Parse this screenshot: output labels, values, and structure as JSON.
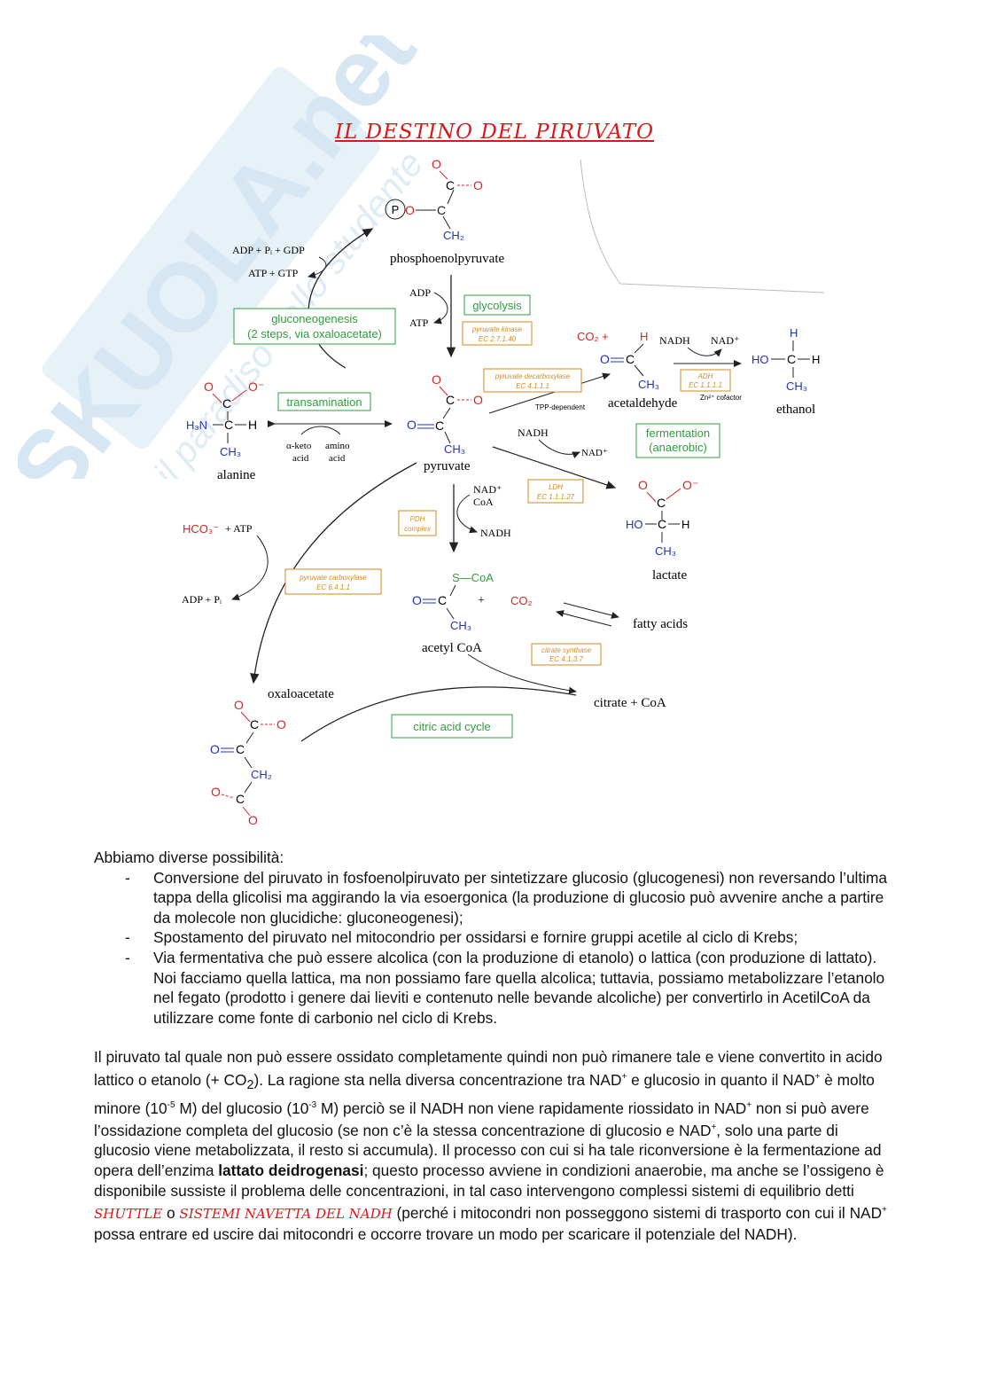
{
  "watermark": {
    "brand": "SKUOLA.net",
    "slogan": "il paradiso dello studente"
  },
  "title": "IL DESTINO DEL PIRUVATO",
  "diagram": {
    "phosphoenolpyruvate": "phosphoenolpyruvate",
    "P": "P",
    "adp_pi_gdp": "ADP + Pᵢ + GDP",
    "atp_gtp": "ATP + GTP",
    "adp": "ADP",
    "atp": "ATP",
    "glycolysis": "glycolysis",
    "pyruvate_kinase": "pyruvate kinase",
    "ec_pk": "EC 2.7.1.40",
    "gluconeogenesis_1": "gluconeogenesis",
    "gluconeogenesis_2": "(2 steps, via oxaloacetate)",
    "transamination": "transamination",
    "alpha_keto": "α-keto",
    "acid1": "acid",
    "amino": "amino",
    "acid2": "acid",
    "alanine": "alanine",
    "pyruvate": "pyruvate",
    "pdc_1": "pyruvate decarboxylase",
    "pdc_2": "EC 4.1.1.1",
    "tpp": "TPP-dependent",
    "co2_plus": "CO₂   +",
    "acetaldehyde": "acetaldehyde",
    "nadh_top": "NADH",
    "nad_top": "NAD⁺",
    "adh_1": "ADH",
    "adh_2": "EC 1.1.1.1",
    "zn": "Zn²⁺ cofactor",
    "ethanol": "ethanol",
    "nadh_mid": "NADH",
    "nad_mid": "NAD⁺",
    "fermentation_1": "fermentation",
    "fermentation_2": "(anaerobic)",
    "ldh_1": "LDH",
    "ldh_2": "EC 1.1.1.27",
    "lactate": "lactate",
    "nad_coa_1": "NAD⁺",
    "nad_coa_2": "CoA",
    "nadh_pdh": "NADH",
    "pdh_1": "PDH",
    "pdh_2": "complex",
    "hco3": "HCO₃⁻",
    "plus_atp": "+ ATP",
    "adp_pi": "ADP + Pᵢ",
    "pc_1": "pyruvate carboxylase",
    "pc_2": "EC 6.4.1.1",
    "s_coa": "S—CoA",
    "plus": "+",
    "co2": "CO₂",
    "fatty_acids": "fatty acids",
    "acetyl_coa": "acetyl CoA",
    "cs_1": "citrate synthase",
    "cs_2": "EC 4.1.3.7",
    "oxaloacetate": "oxaloacetate",
    "citrate_coa": "citrate + CoA",
    "citric_acid_cycle": "citric acid cycle"
  },
  "text": {
    "intro": "Abbiamo diverse possibilità:",
    "bullets": [
      "Conversione del piruvato in fosfoenolpiruvato per sintetizzare glucosio (glucogenesi) non reversando l’ultima tappa della glicolisi ma aggirando la via esoergonica (la produzione di glucosio può avvenire anche a partire da molecole non glucidiche: gluconeogenesi);",
      "Spostamento del piruvato nel mitocondrio per ossidarsi e fornire gruppi acetile al ciclo di Krebs;",
      "Via fermentativa che può essere alcolica (con la produzione di etanolo) o lattica (con produzione di lattato). Noi facciamo quella lattica, ma non possiamo fare quella alcolica; tuttavia, possiamo metabolizzare l’etanolo nel fegato (prodotto i genere dai lieviti e contenuto nelle bevande alcoliche) per convertirlo in AcetilCoA da utilizzare come fonte di carbonio nel ciclo di Krebs."
    ],
    "p2": {
      "s1": "Il piruvato tal quale non può essere ossidato completamente quindi non può rimanere tale e viene convertito in acido lattico o etanolo (+ CO",
      "sub2": "2",
      "s2": "). La ragione sta nella diversa concentrazione tra NAD",
      "s3": " e glucosio in quanto il NAD",
      "s4": " è molto minore (10",
      "exp1": "-5",
      "s5": " M) del glucosio (10",
      "exp2": "-3",
      "s6": " M) perciò se il NADH non viene rapidamente riossidato in NAD",
      "s7": " non si può avere l’ossidazione completa del glucosio (se non c’è la stessa concentrazione di glucosio e NAD",
      "s8": ", solo una parte di glucosio viene metabolizzata, il resto si accumula). Il processo con cui si ha tale riconversione è la fermentazione ad opera dell’enzima ",
      "bold": "lattato deidrogenasi",
      "s9": "; questo processo avviene in condizioni anaerobie, ma anche se l’ossigeno è disponibile sussiste il problema delle concentrazioni, in tal caso intervengono complessi sistemi di equilibrio detti ",
      "red1": "SHUTTLE",
      "s10": " o ",
      "red2": "SISTEMI NAVETTA DEL NADH",
      "s11": " (perché i mitocondri non posseggono sistemi di trasporto con cui il NAD",
      "s12": " possa entrare ed uscire dai mitocondri e occorre trovare un modo per scaricare il potenziale del NADH).",
      "plus": "+"
    }
  },
  "colors": {
    "title_red": "#e0151a",
    "label_green": "#2e9e3e",
    "enzyme_orange": "#d68a1f",
    "atom_red": "#d62424",
    "atom_blue": "#2233b8",
    "watermark": "#cfe0ee"
  }
}
